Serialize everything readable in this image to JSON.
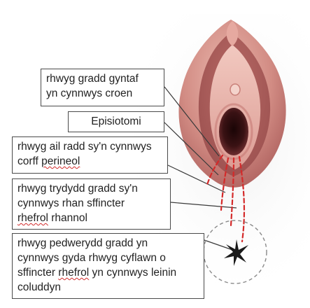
{
  "labels": {
    "first_degree": {
      "line1": "rhwyg gradd gyntaf",
      "line2": "yn cynnwys croen"
    },
    "episiotomy": {
      "line1": "Episiotomi"
    },
    "second_degree": {
      "line1": "rhwyg ail radd sy'n cynnwys",
      "line2_a": "corff ",
      "line2_b": "perineol"
    },
    "third_degree": {
      "line1": "rhwyg trydydd gradd sy'n",
      "line2": "cynnwys rhan sffincter",
      "line3_a": "rhefrol",
      "line3_b": " rhannol"
    },
    "fourth_degree": {
      "line1": "rhwyg pedwerydd gradd yn",
      "line2": "cynnwys gyda rhwyg cyflawn o",
      "line3_a": "sffincter ",
      "line3_b": "rhefrol",
      "line3_c": " yn cynnwys leinin",
      "line4": "coluddyn"
    }
  },
  "colors": {
    "tear_lines": "#d42a2a",
    "box_border": "#4a4a4a",
    "leader_lines": "#3a3a3a",
    "spelling_underline": "#d22b2b",
    "tissue_outer": "#c97a76",
    "tissue_inner": "#e8b6b0",
    "opening": "#2a0d0f"
  }
}
